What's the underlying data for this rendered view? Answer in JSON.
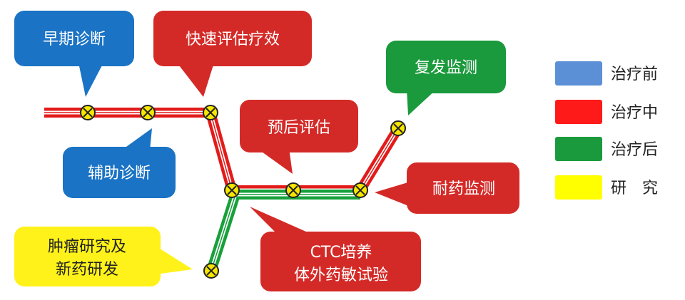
{
  "colors": {
    "pre": "#4a86d6",
    "during": "#e02020",
    "post": "#18a03a",
    "research": "#ffff00",
    "bubble_blue": "#1a73c4",
    "bubble_red": "#d42a27",
    "bubble_green": "#1a9a3c",
    "bubble_yellow": "#fff21a"
  },
  "labels": {
    "early_diagnosis": "早期诊断",
    "rapid_efficacy": "快速评估疗效",
    "auxiliary_diagnosis": "辅助诊断",
    "prognosis": "预后评估",
    "recurrence": "复发监测",
    "resistance": "耐药监测",
    "ctc_line1": "CTC培养",
    "ctc_line2": "体外药敏试验",
    "research_line1": "肿瘤研究及",
    "research_line2": "新药研发"
  },
  "legend": [
    {
      "label": "治疗前",
      "color": "#5b8fd6"
    },
    {
      "label": "治疗中",
      "color": "#ff1a1a"
    },
    {
      "label": "治疗后",
      "color": "#1a9a3c"
    },
    {
      "label": "研　究",
      "color": "#ffff00"
    }
  ]
}
